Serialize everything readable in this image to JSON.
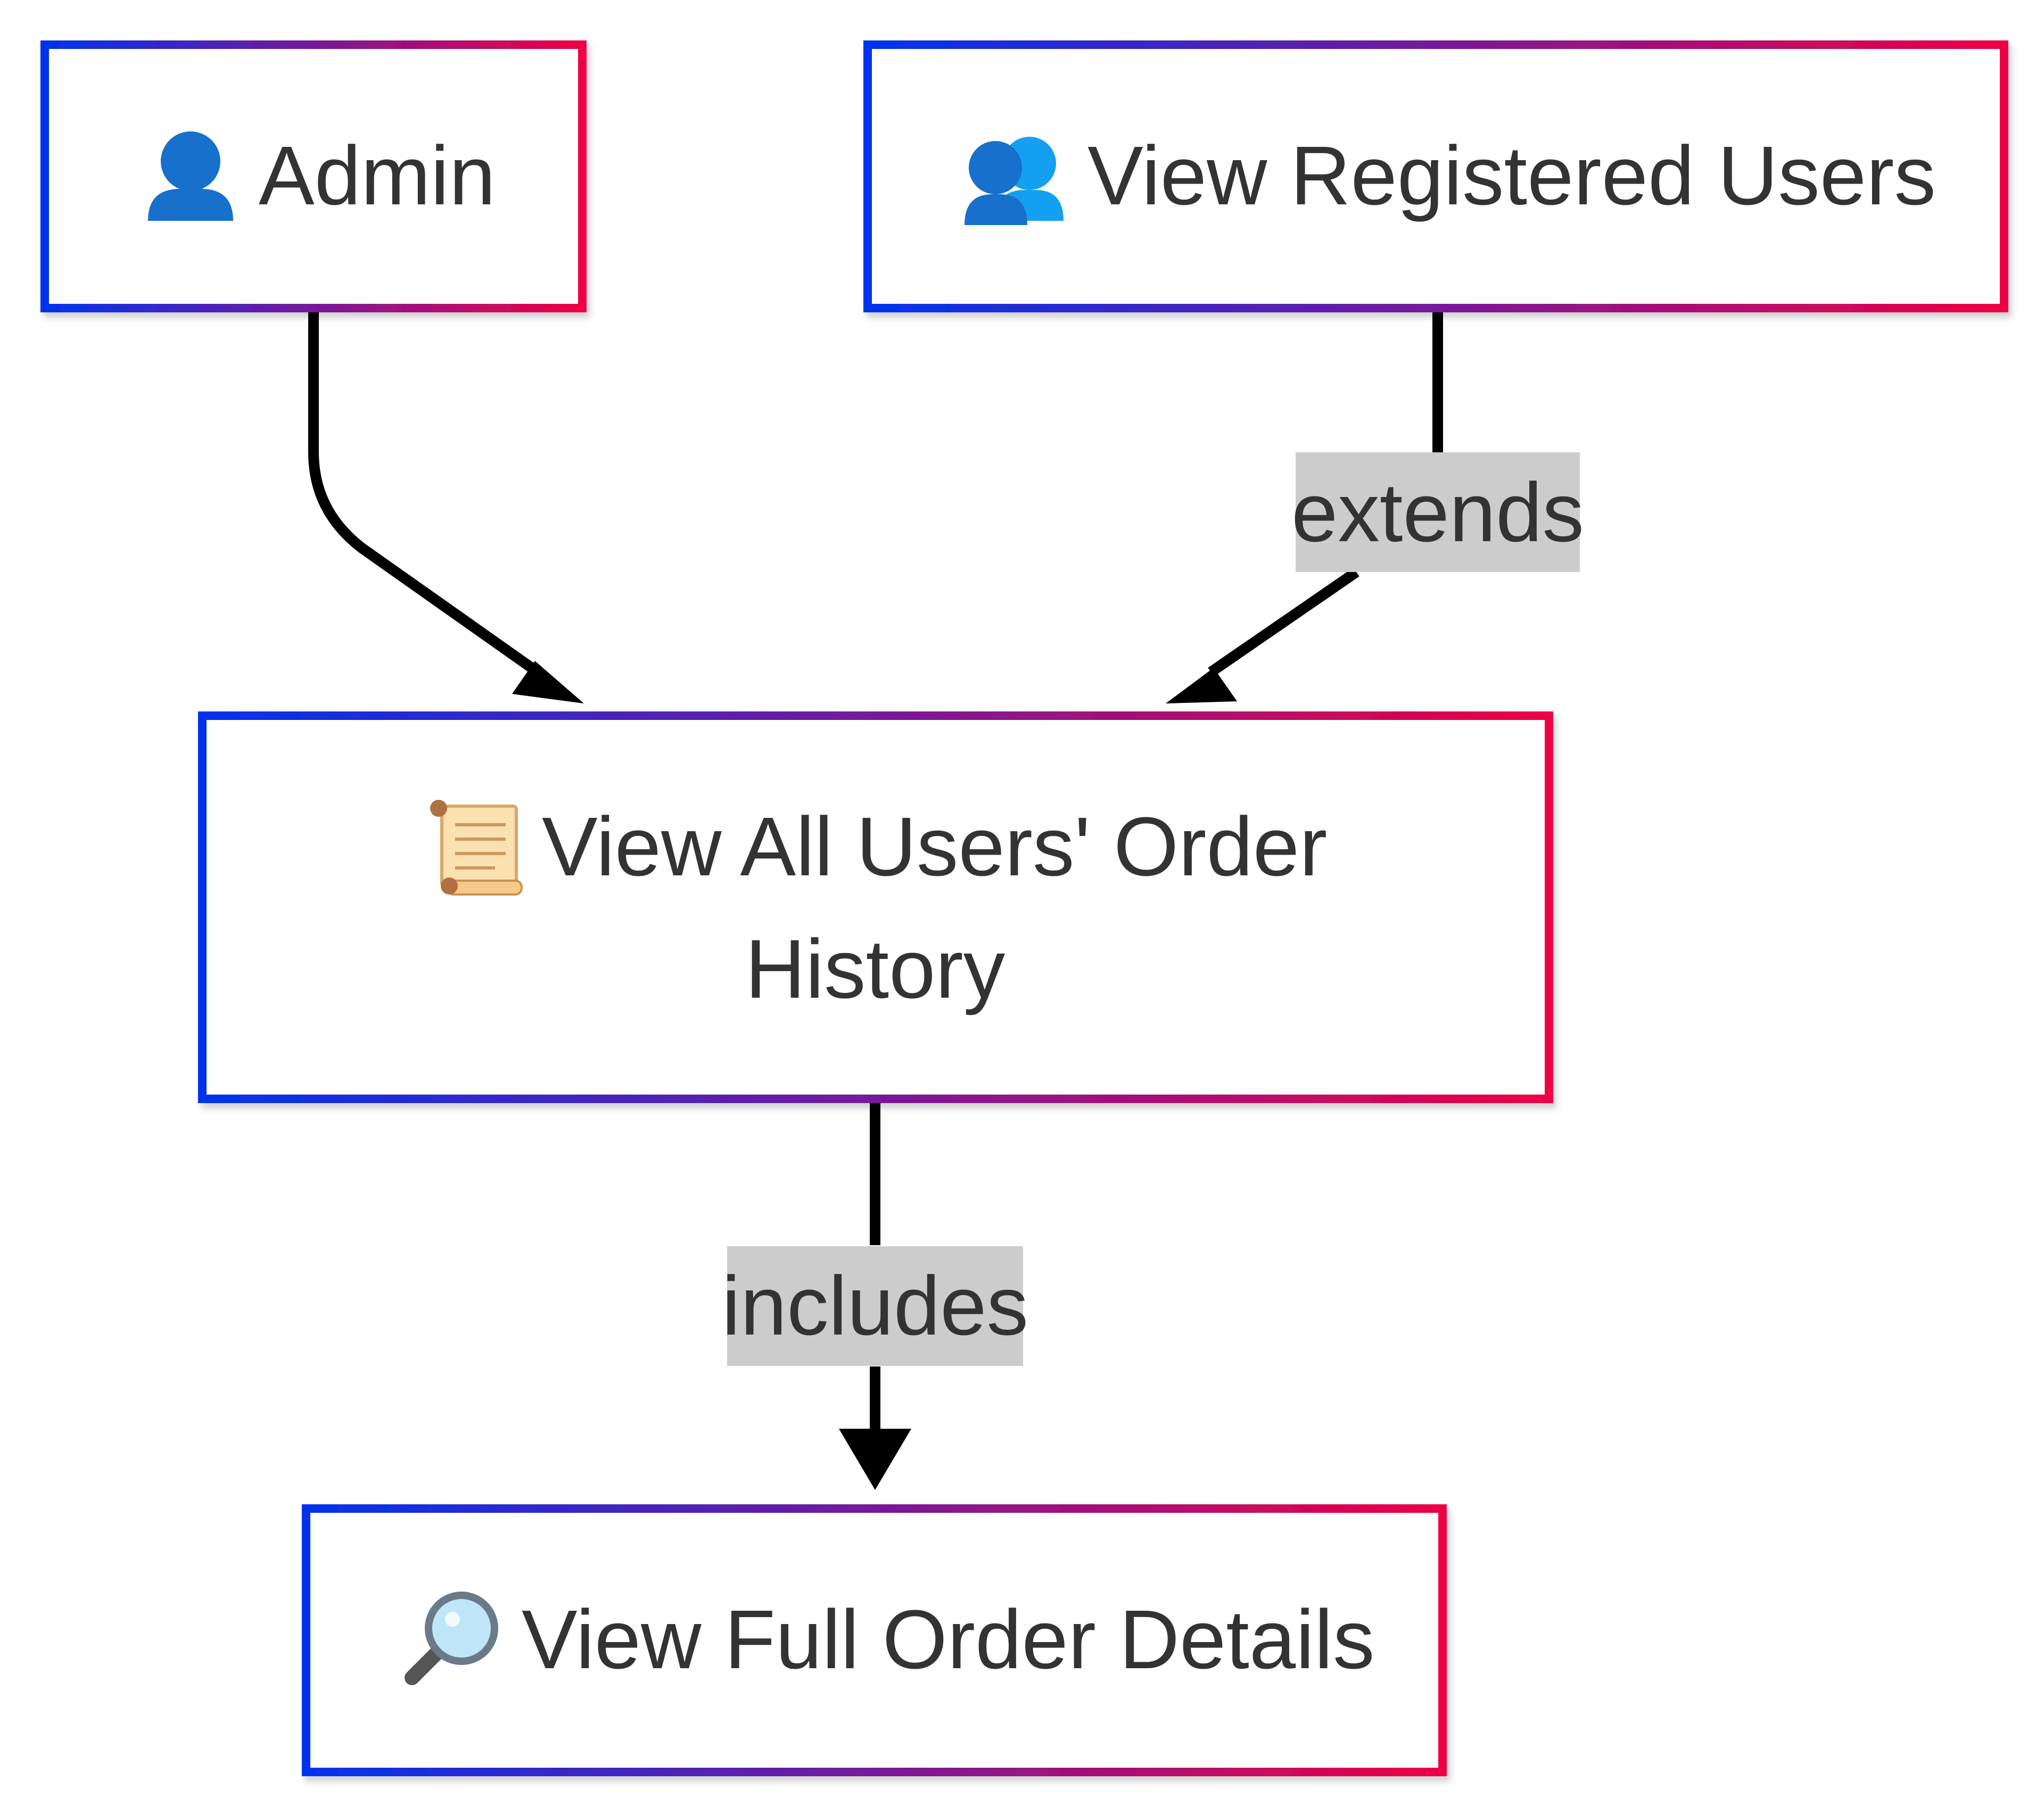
{
  "colors": {
    "border_start": "#0033ee",
    "border_end": "#ee0044",
    "node_fill": "#ffffff",
    "text": "#333333",
    "edge": "#000000",
    "edge_label_bg": "#cccccc"
  },
  "nodes": {
    "admin": {
      "icon": "bust-in-silhouette-icon",
      "label": "Admin"
    },
    "view_registered_users": {
      "icon": "busts-in-silhouette-icon",
      "label": "View Registered Users"
    },
    "view_all_orders": {
      "icon": "scroll-icon",
      "label_line1": "View All Users' Order",
      "label_line2": "History"
    },
    "view_full_details": {
      "icon": "magnifying-glass-icon",
      "label": "View Full Order Details"
    }
  },
  "edges": {
    "admin_to_orders": {
      "from": "Admin",
      "to": "View All Users' Order History",
      "label": ""
    },
    "users_to_orders": {
      "from": "View Registered Users",
      "to": "View All Users' Order History",
      "label": "extends"
    },
    "orders_to_details": {
      "from": "View All Users' Order History",
      "to": "View Full Order Details",
      "label": "includes"
    }
  }
}
